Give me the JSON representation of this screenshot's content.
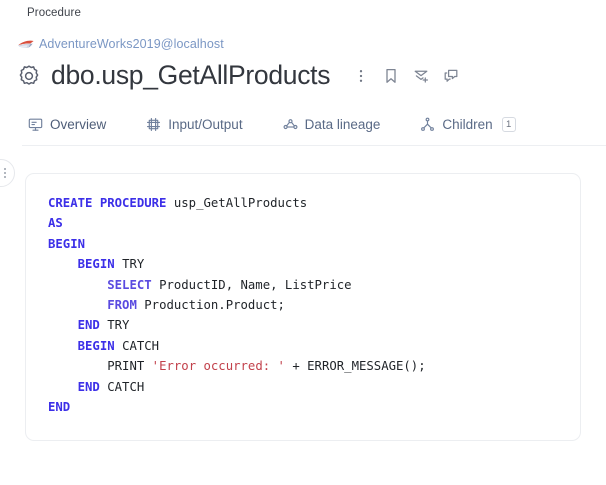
{
  "header": {
    "kind_label": "Procedure",
    "source": {
      "icon": "sql-server-icon",
      "label": "AdventureWorks2019@localhost",
      "color": "#7b97c4"
    },
    "title": "dbo.usp_GetAllProducts",
    "title_icon": "gear-icon",
    "actions": [
      {
        "icon": "more-vertical-icon",
        "name": "more-actions-button",
        "label": "More actions"
      },
      {
        "icon": "bookmark-icon",
        "name": "bookmark-button",
        "label": "Bookmark"
      },
      {
        "icon": "subscribe-icon",
        "name": "subscribe-button",
        "label": "Subscribe"
      },
      {
        "icon": "comment-icon",
        "name": "comment-button",
        "label": "Comment"
      }
    ]
  },
  "tabs": [
    {
      "label": "Overview",
      "icon": "monitor-icon",
      "active": true,
      "badge": ""
    },
    {
      "label": "Input/Output",
      "icon": "io-frame-icon",
      "active": false,
      "badge": ""
    },
    {
      "label": "Data lineage",
      "icon": "lineage-icon",
      "active": false,
      "badge": ""
    },
    {
      "label": "Children",
      "icon": "hierarchy-icon",
      "active": false,
      "badge": "1"
    }
  ],
  "code": {
    "language": "sql",
    "lines": [
      "CREATE PROCEDURE usp_GetAllProducts",
      "AS",
      "BEGIN",
      "    BEGIN TRY",
      "        SELECT ProductID, Name, ListPrice",
      "        FROM Production.Product;",
      "    END TRY",
      "    BEGIN CATCH",
      "        PRINT 'Error occurred: ' + ERROR_MESSAGE();",
      "    END CATCH",
      "END"
    ],
    "tokens": {
      "keyword_color": "#3c2fe8",
      "keyword2_color": "#5a4ae0",
      "string_color": "#c2414b",
      "plain_color": "#1f2328"
    }
  }
}
